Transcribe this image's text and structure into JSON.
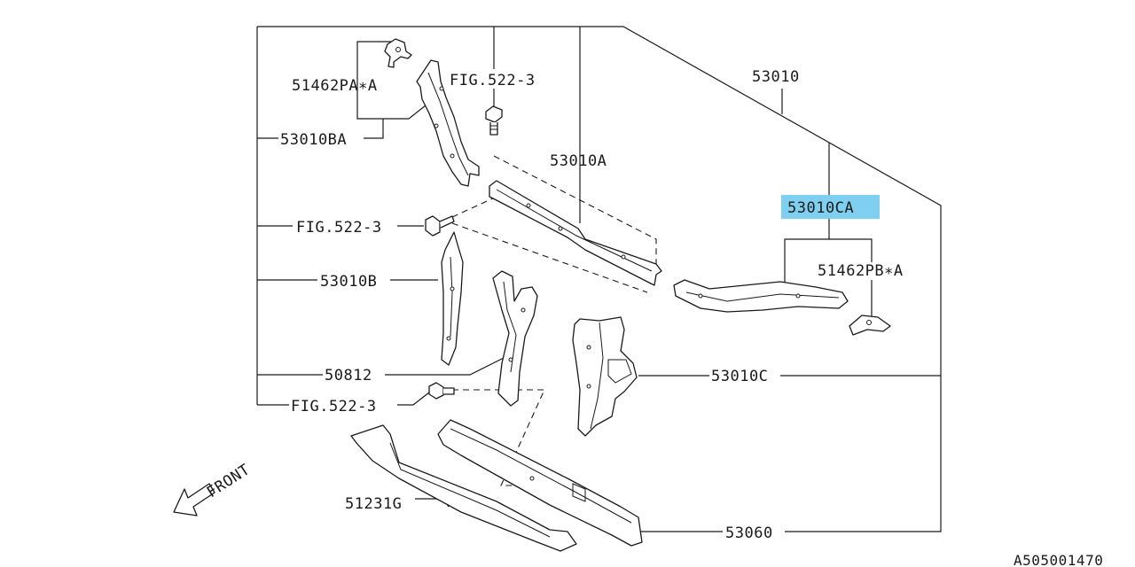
{
  "labels": {
    "p51462PA": "51462PA∗A",
    "fig_top": "FIG.522-3",
    "p53010": "53010",
    "p53010BA": "53010BA",
    "p53010A": "53010A",
    "p53010CA": "53010CA",
    "fig_mid": "FIG.522-3",
    "p51462PB": "51462PB∗A",
    "p53010B": "53010B",
    "p50812": "50812",
    "p53010C": "53010C",
    "fig_low": "FIG.522-3",
    "p51231G": "51231G",
    "p53060": "53060",
    "front": "FRONT",
    "diagram_id": "A505001470"
  },
  "colors": {
    "highlight": "#7fd0f0",
    "line": "#1a1a1a"
  },
  "highlighted_part": "53010CA"
}
